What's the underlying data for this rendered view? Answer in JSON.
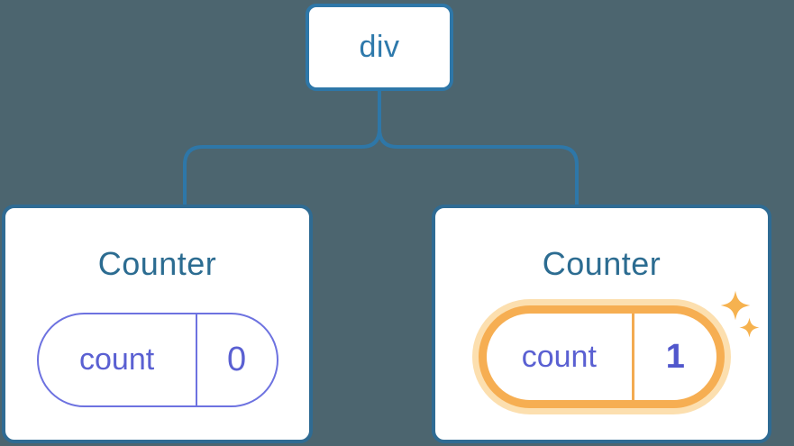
{
  "diagram": {
    "description": "React component tree showing a div root with two Counter children; second Counter's state was just updated",
    "colors": {
      "background": "#4c656f",
      "node_border_blue": "#2e77a8",
      "card_border_blue": "#2f6b93",
      "title_blue": "#2c6c91",
      "state_indigo": "#5a60d2",
      "state_indigo_border": "#6d72e0",
      "highlight_orange": "#f6ae52",
      "highlight_halo": "#fcdfaf",
      "sparkle_orange": "#f6b24f",
      "node_fill": "#ffffff"
    }
  },
  "tree": {
    "root": {
      "label": "div"
    },
    "children": [
      {
        "title": "Counter",
        "state": {
          "key": "count",
          "value": "0"
        },
        "highlighted": false
      },
      {
        "title": "Counter",
        "state": {
          "key": "count",
          "value": "1"
        },
        "highlighted": true
      }
    ]
  },
  "icons": {
    "sparkle_large": "sparkle-icon",
    "sparkle_small": "sparkle-icon"
  }
}
